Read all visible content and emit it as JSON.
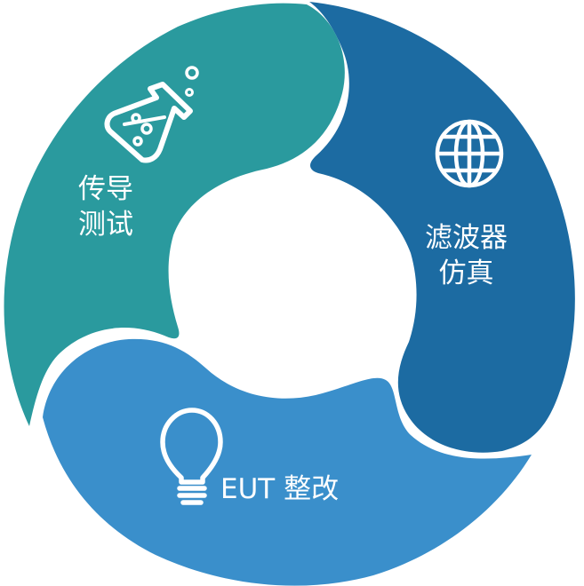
{
  "segments": [
    {
      "id": "conduction-test",
      "line1": "传导",
      "line2": "测试",
      "color": "#2a9a9e",
      "icon": "flask-icon"
    },
    {
      "id": "filter-simulation",
      "line1": "滤波器",
      "line2": "仿真",
      "color": "#1c6ba2",
      "icon": "globe-icon"
    },
    {
      "id": "eut-rectification",
      "line1": "EUT 整改",
      "color": "#3a8fcb",
      "icon": "lightbulb-icon"
    }
  ],
  "colors": {
    "background": "#ffffff",
    "gap": "#ffffff",
    "icon": "#ffffff"
  }
}
